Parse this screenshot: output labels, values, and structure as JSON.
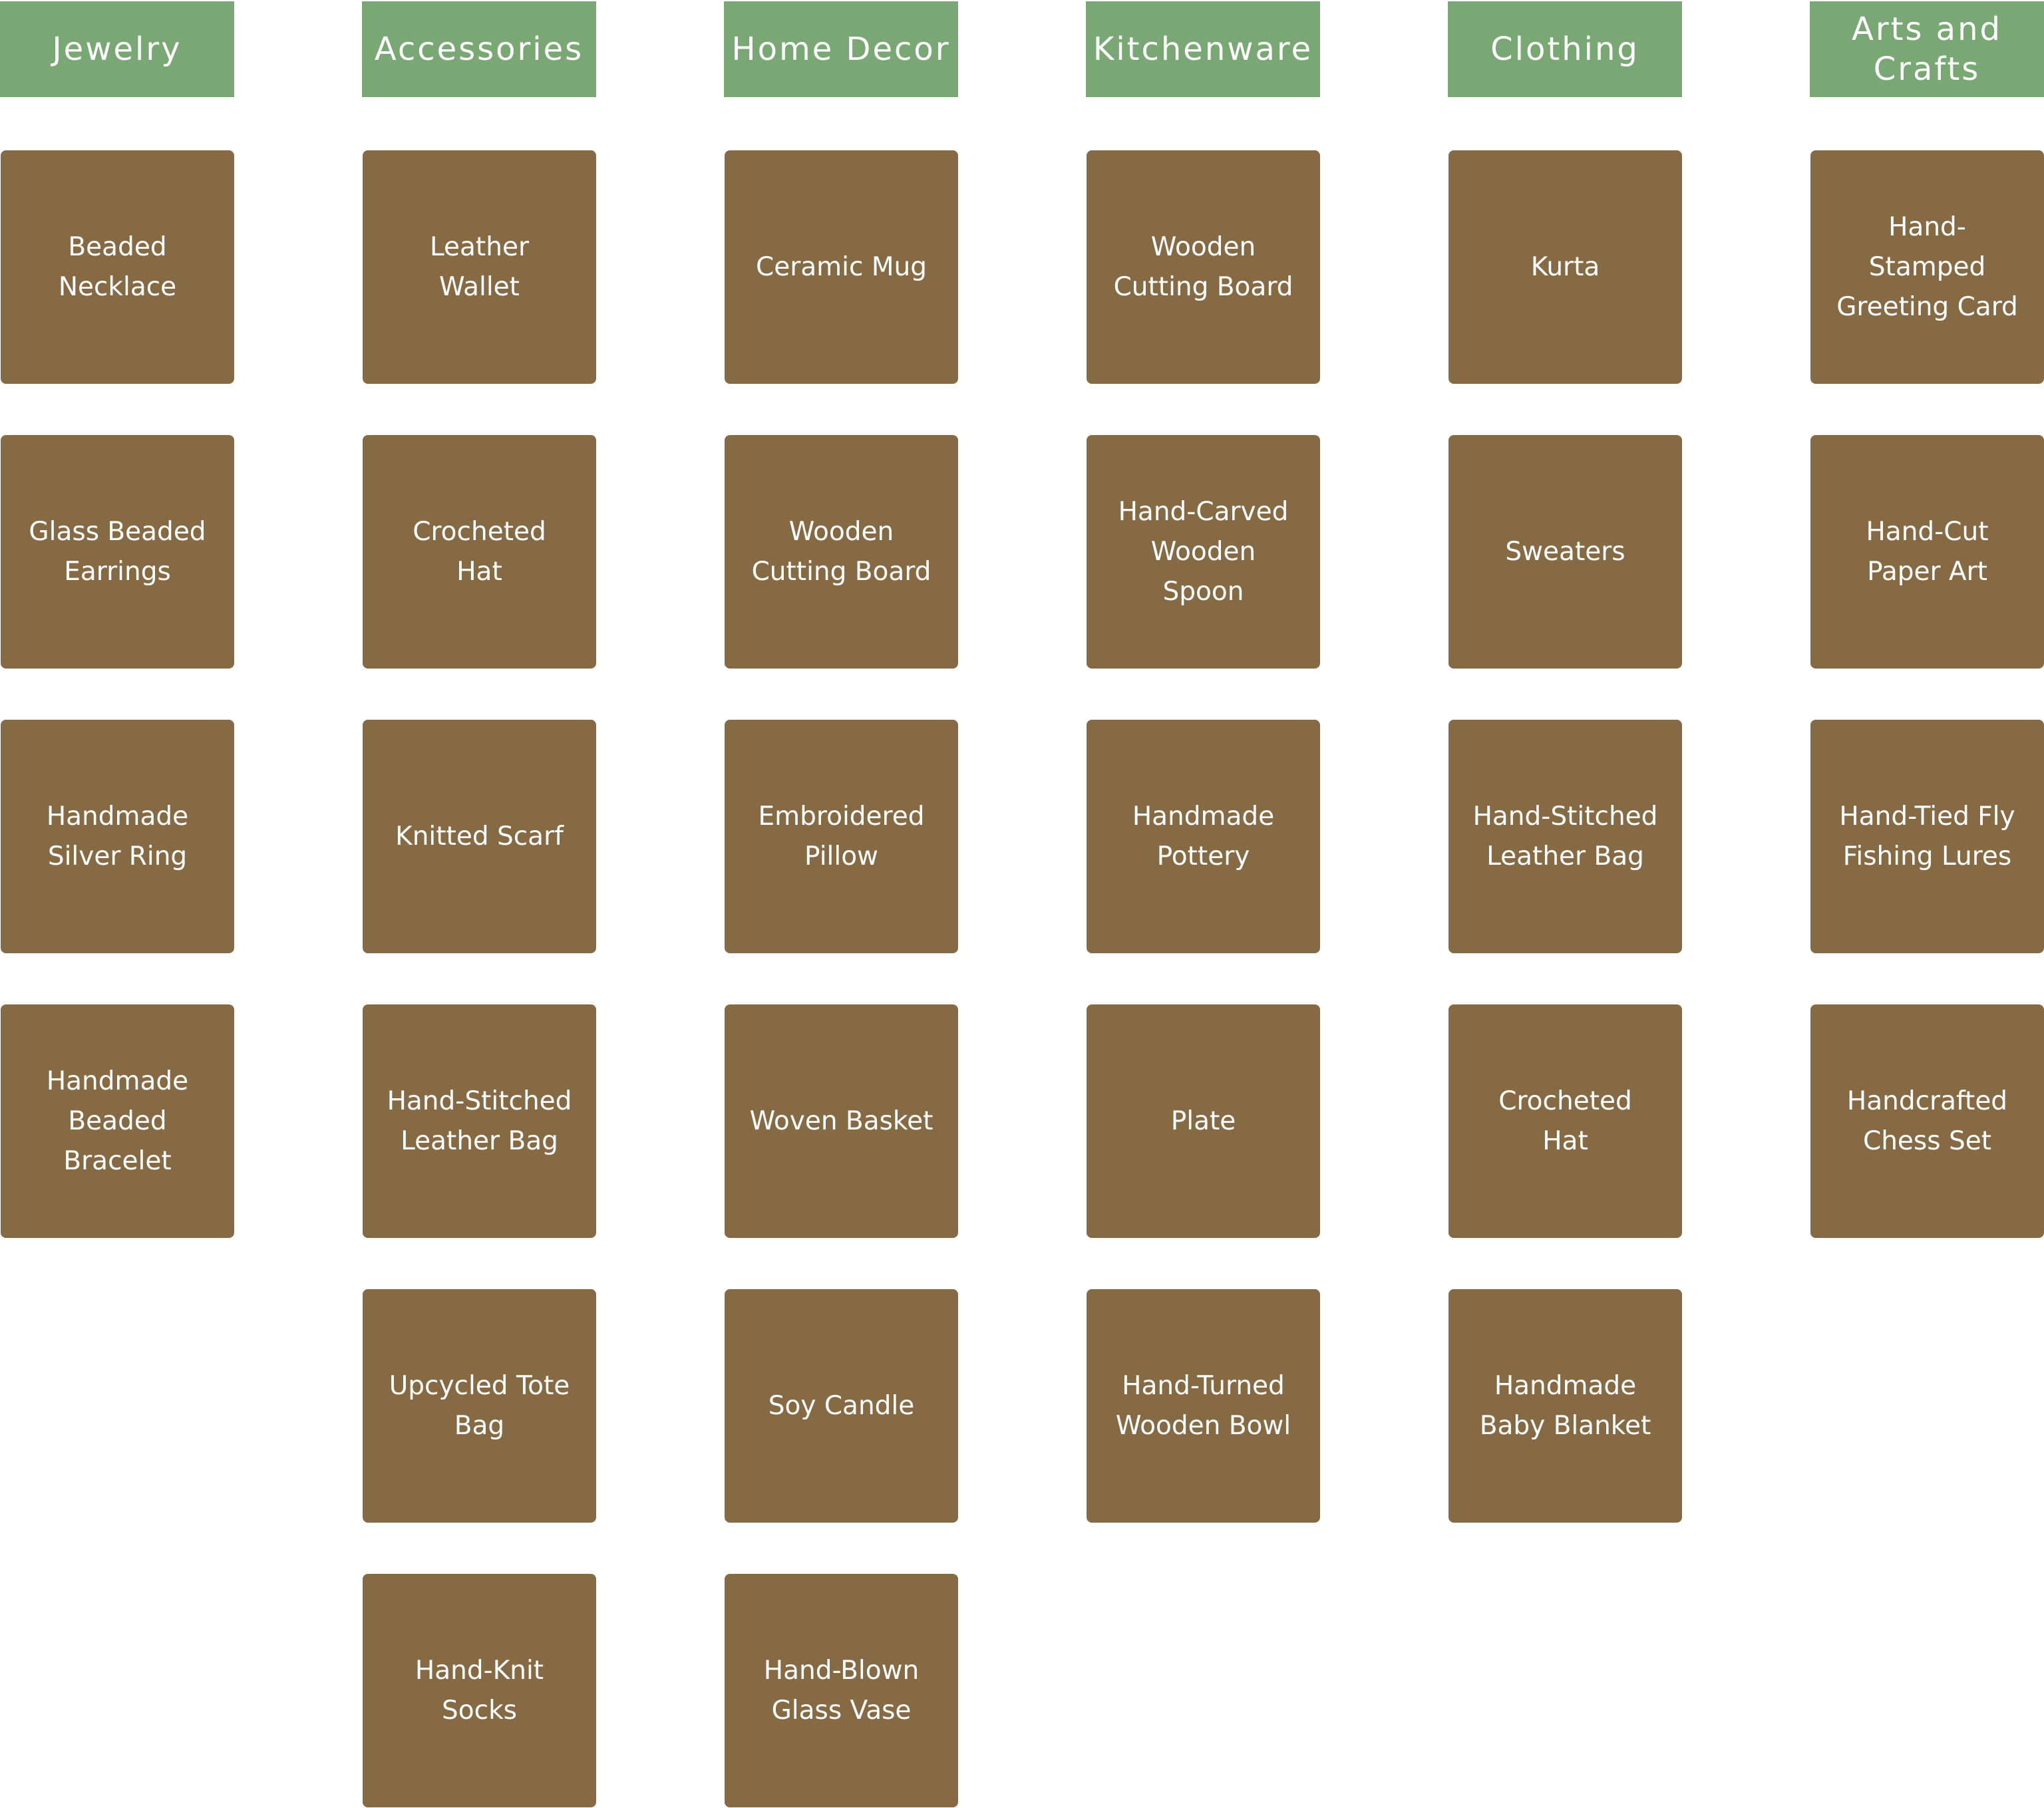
{
  "colors": {
    "header_background": "#7aa874",
    "card_background": "#866a43",
    "text": "#ffffff"
  },
  "columns": [
    {
      "header": "Jewelry",
      "items": [
        "Beaded Necklace",
        "Glass Beaded Earrings",
        "Handmade Silver Ring",
        "Handmade Beaded Bracelet"
      ]
    },
    {
      "header": "Accessories",
      "items": [
        "Leather Wallet",
        "Crocheted Hat",
        "Knitted Scarf",
        "Hand-Stitched Leather Bag",
        "Upcycled Tote Bag",
        "Hand-Knit Socks"
      ]
    },
    {
      "header": "Home Decor",
      "items": [
        "Ceramic Mug",
        "Wooden Cutting Board",
        "Embroidered Pillow",
        "Woven Basket",
        "Soy Candle",
        "Hand-Blown Glass Vase"
      ]
    },
    {
      "header": "Kitchenware",
      "items": [
        "Wooden Cutting Board",
        "Hand-Carved Wooden Spoon",
        "Handmade Pottery",
        "Plate",
        "Hand-Turned Wooden Bowl"
      ]
    },
    {
      "header": "Clothing",
      "items": [
        "Kurta",
        "Sweaters",
        "Hand-Stitched Leather Bag",
        "Crocheted Hat",
        "Handmade Baby Blanket"
      ]
    },
    {
      "header": "Arts and Crafts",
      "items": [
        "Hand-Stamped Greeting Card",
        "Hand-Cut Paper Art",
        "Hand-Tied Fly Fishing Lures",
        "Handcrafted Chess Set"
      ]
    }
  ]
}
